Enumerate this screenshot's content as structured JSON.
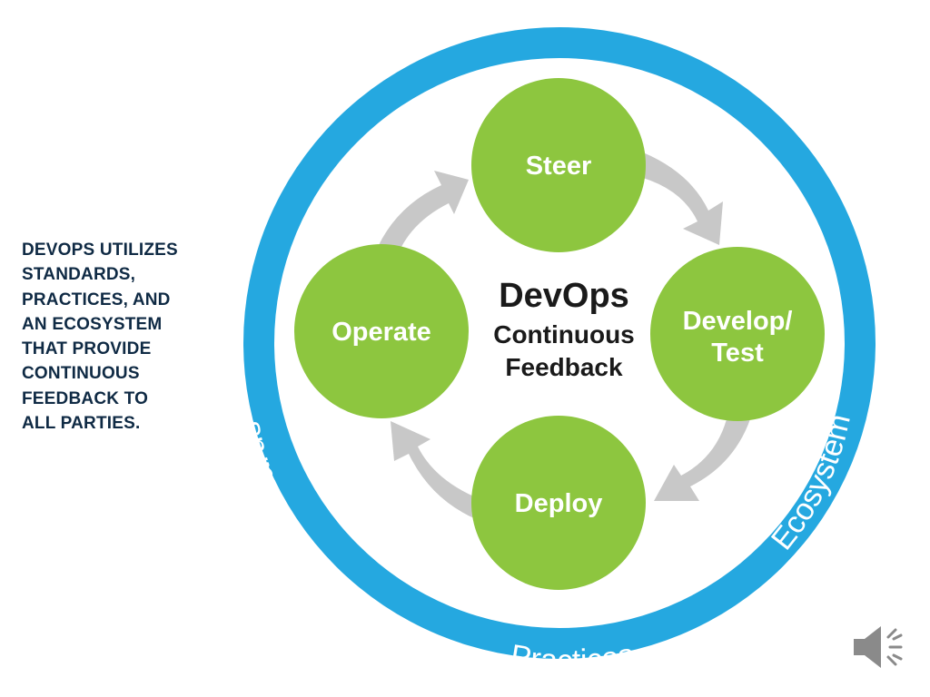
{
  "side_text": {
    "lines": [
      "DEVOPS UTILIZES",
      "STANDARDS,",
      "PRACTICES, AND",
      "AN ECOSYSTEM",
      "THAT PROVIDE",
      "CONTINUOUS",
      "FEEDBACK TO",
      "ALL PARTIES."
    ]
  },
  "diagram": {
    "center": {
      "title": "DevOps",
      "line2": "Continuous",
      "line3": "Feedback"
    },
    "nodes": {
      "steer": "Steer",
      "develop_line1": "Develop/",
      "develop_line2": "Test",
      "deploy": "Deploy",
      "operate": "Operate"
    },
    "ring": {
      "standards": "Standards",
      "practices": "Practices",
      "ecosystem": "Ecosystem"
    }
  },
  "colors": {
    "ring_blue": "#25a8e0",
    "node_green": "#8dc63f",
    "arrow_gray": "#c8c8c8",
    "side_text": "#0f2a44"
  },
  "icons": {
    "speaker": "speaker-icon"
  }
}
